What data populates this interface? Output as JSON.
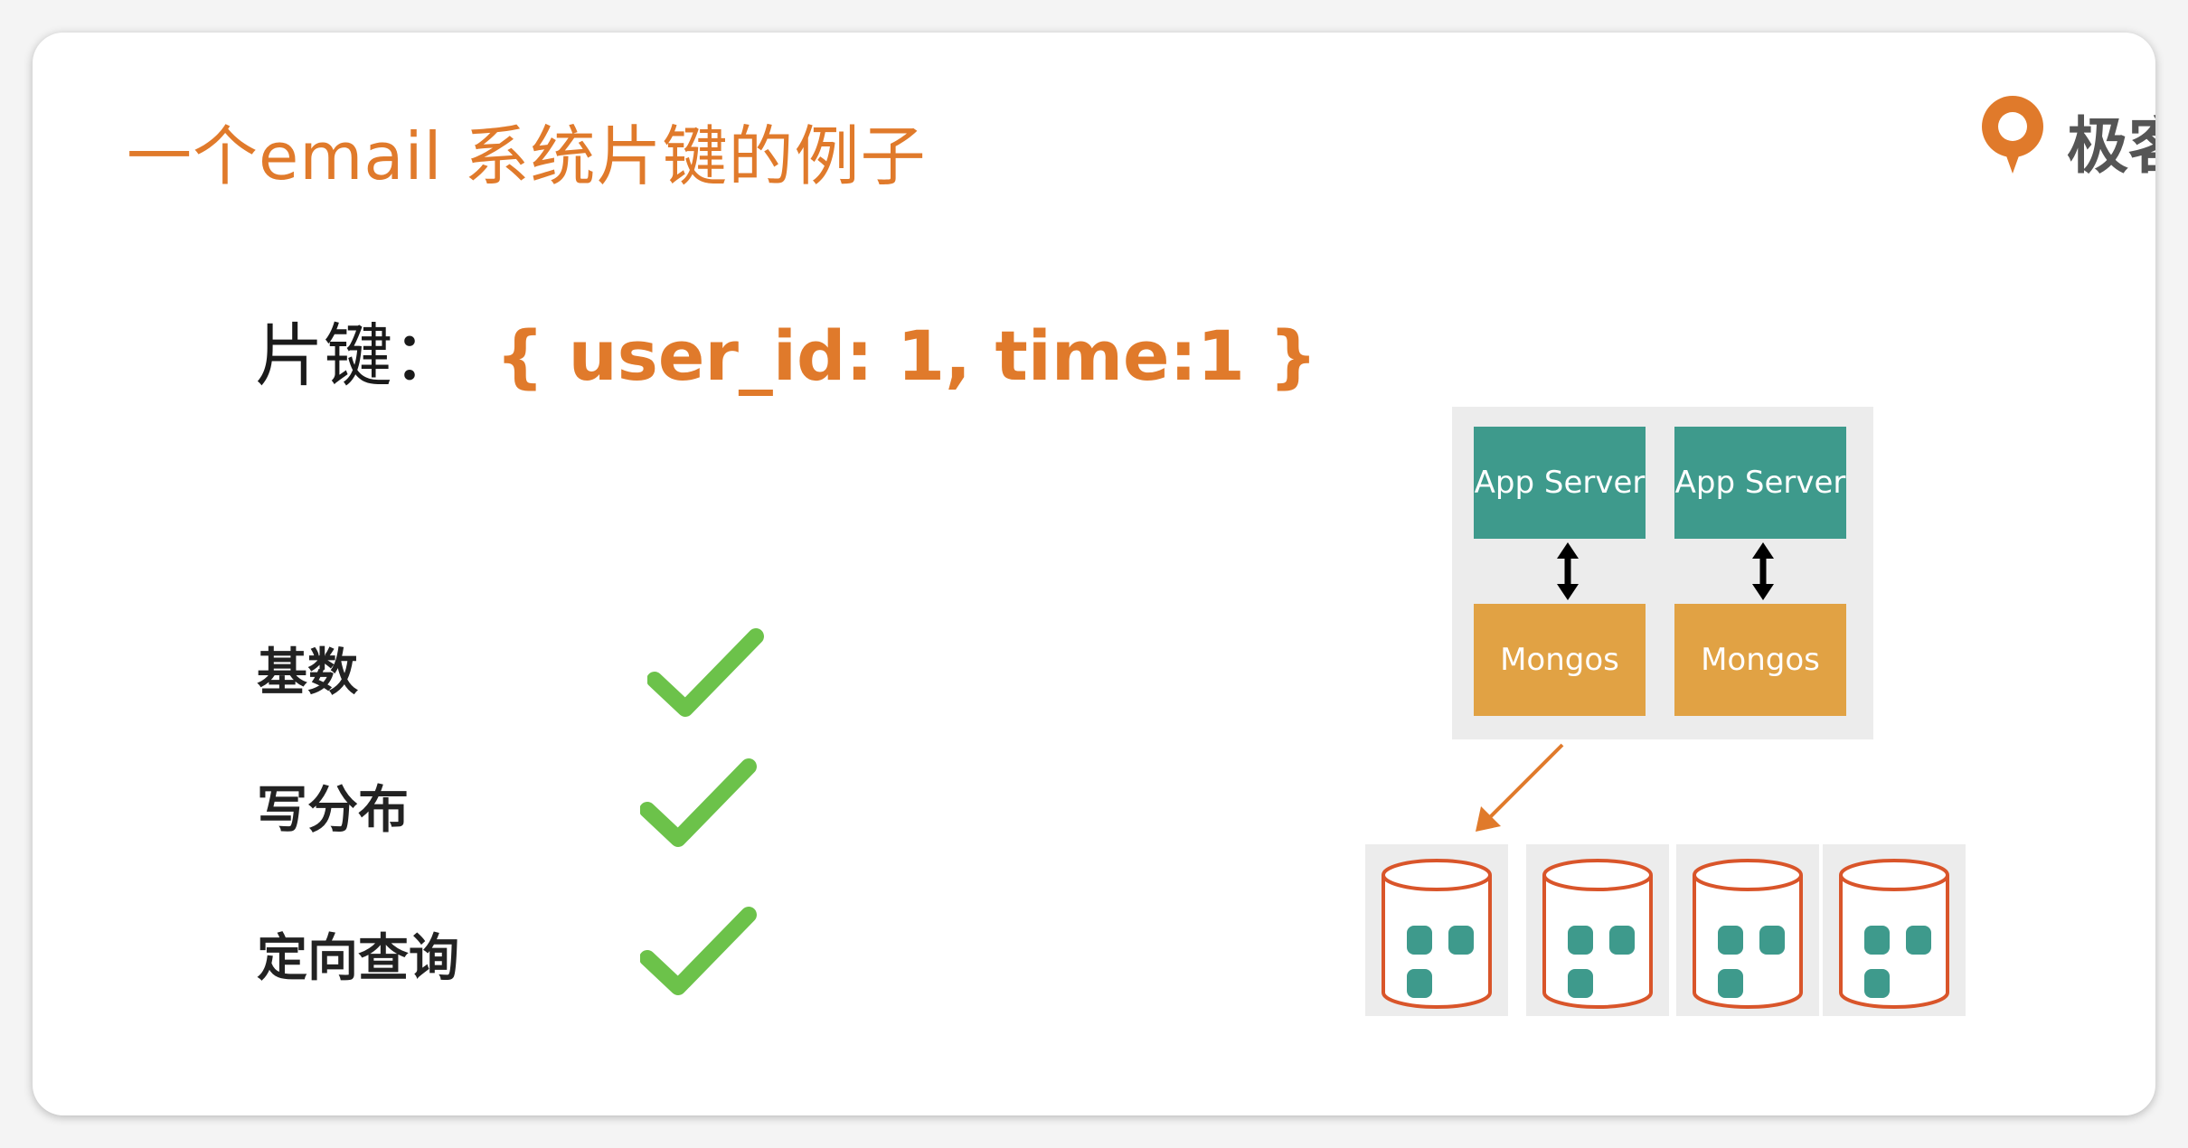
{
  "slide": {
    "title": "一个email 系统片键的例子",
    "logo_text": "极客"
  },
  "shard_key": {
    "label": "片键：",
    "value": "{ user_id:  1, time:1 }"
  },
  "criteria": [
    {
      "label": "基数",
      "met": true
    },
    {
      "label": "写分布",
      "met": true
    },
    {
      "label": "定向查询",
      "met": true
    }
  ],
  "architecture": {
    "app_servers": [
      "App Server",
      "App Server"
    ],
    "routers": [
      "Mongos",
      "Mongos"
    ],
    "shards": 4
  },
  "colors": {
    "accent": "#e07a2b",
    "check": "#6cc24a",
    "app_server": "#3e9a8c",
    "mongos": "#e1a244",
    "shard_outline": "#d9552a",
    "shard_block": "#3e9a8c"
  }
}
